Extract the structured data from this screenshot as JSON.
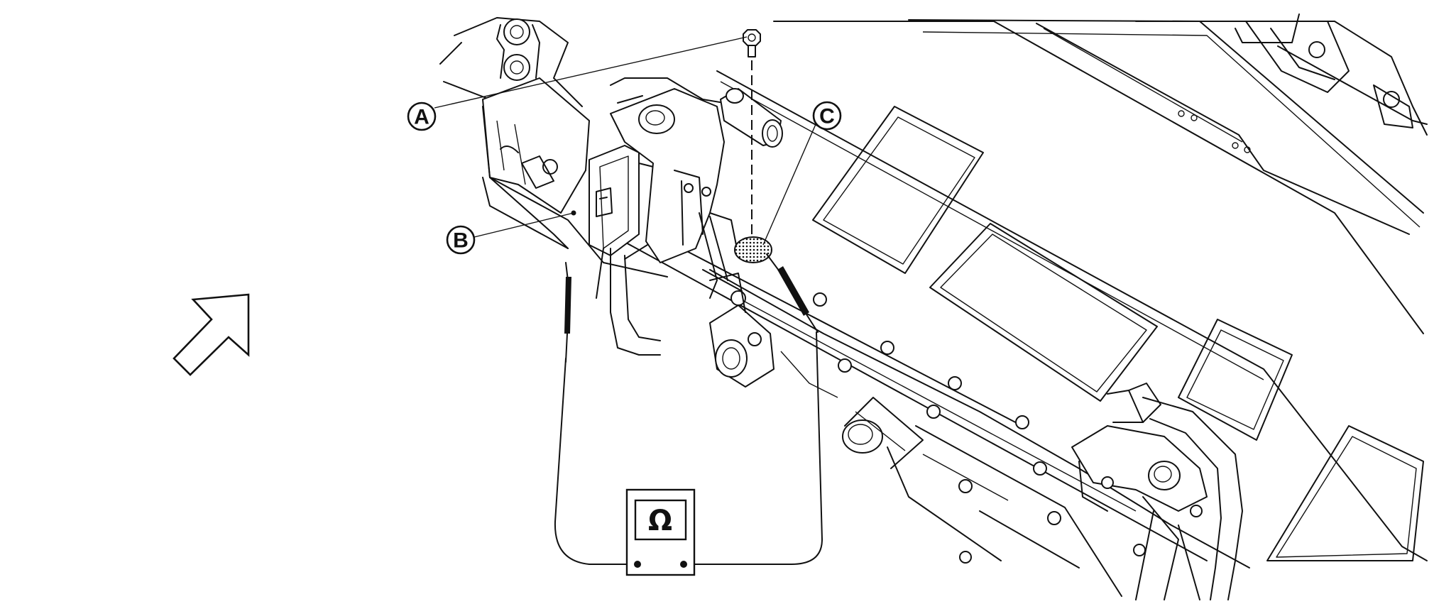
{
  "callouts": {
    "a": "A",
    "b": "B",
    "c": "C"
  },
  "meter": {
    "symbol": "Ω"
  },
  "icons": {
    "direction": "front-direction-arrow-icon",
    "meter": "ohmmeter-icon"
  },
  "colors": {
    "line": "#111111",
    "background": "#ffffff"
  }
}
